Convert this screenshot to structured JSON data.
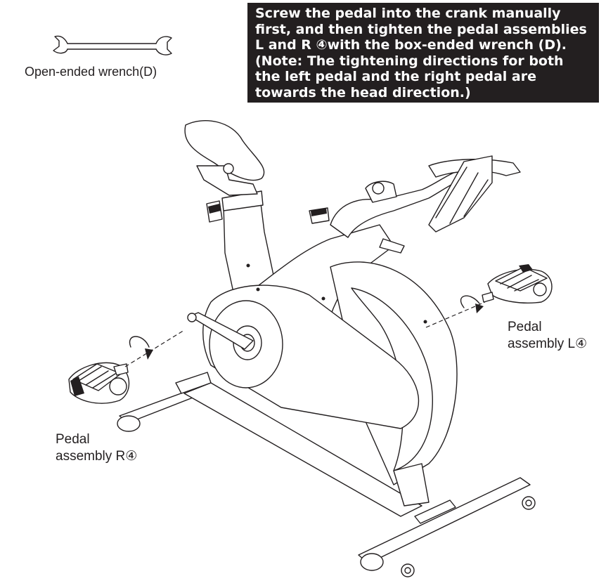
{
  "instruction": {
    "lines": [
      "Screw the pedal into the crank manually",
      "first, and then tighten the pedal assemblies",
      "L and R ④with the box-ended wrench (D).",
      "(Note: The tightening directions for both",
      "the left pedal and the right pedal are",
      "towards the head direction.)"
    ]
  },
  "tool": {
    "label": "Open-ended wrench(D)",
    "icon": "open-ended-wrench-icon"
  },
  "parts": {
    "pedal_left": {
      "line1": "Pedal",
      "line2": "assembly L④"
    },
    "pedal_right": {
      "line1": "Pedal",
      "line2": "assembly R④"
    }
  },
  "colors": {
    "ink": "#231f20",
    "paper": "#ffffff"
  }
}
